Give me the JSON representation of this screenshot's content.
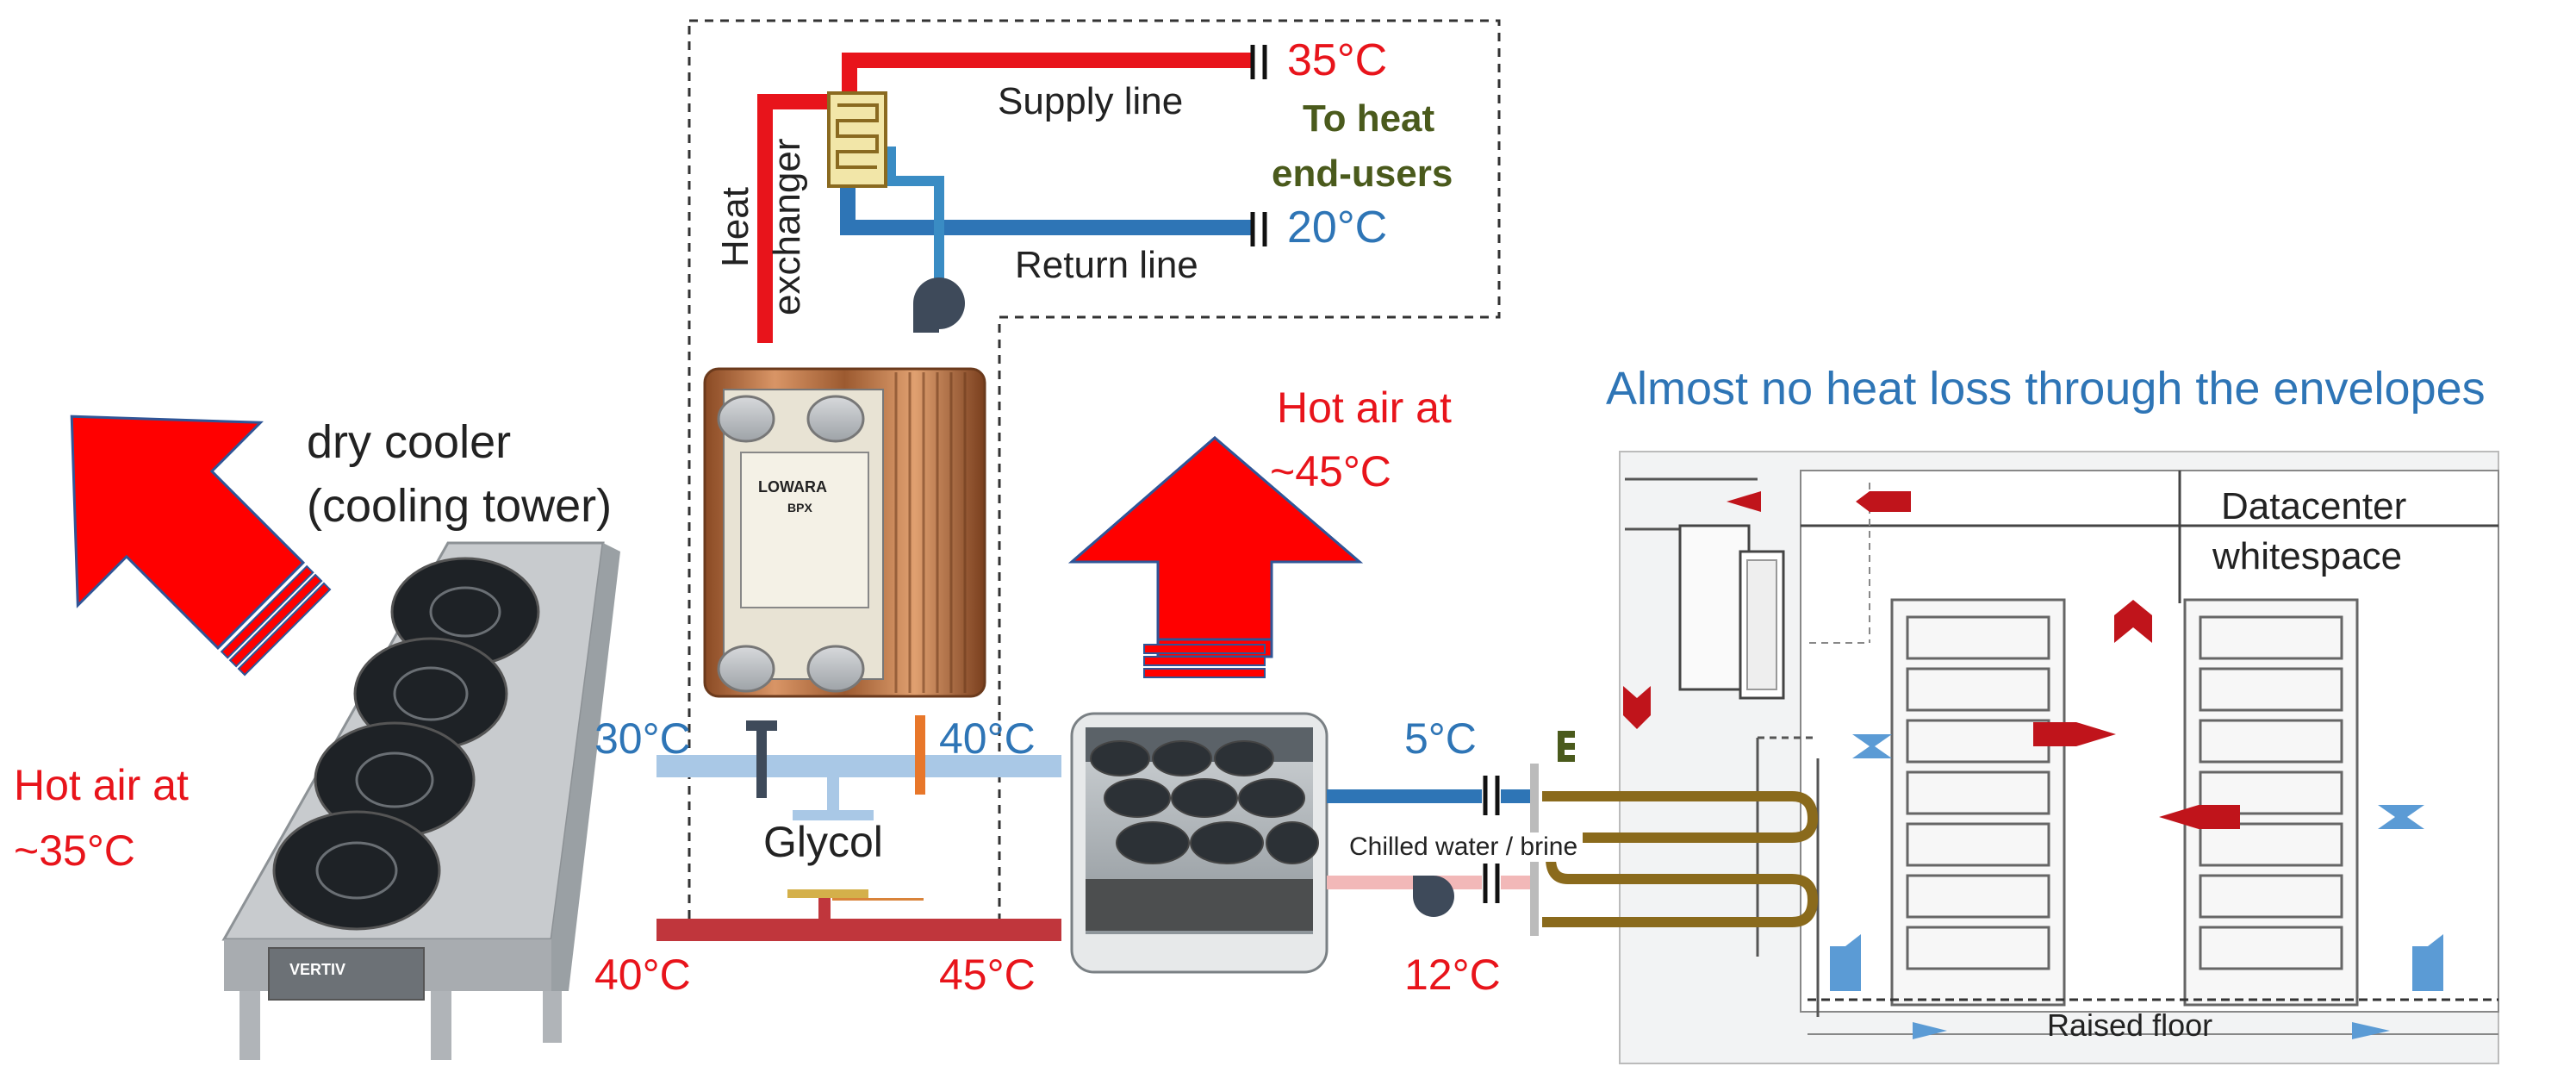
{
  "labels": {
    "supply_temp": "35°C",
    "supply_line": "Supply line",
    "to_heat": "To heat",
    "end_users": "end-users",
    "return_temp": "20°C",
    "return_line": "Return line",
    "heat": "Heat",
    "exchanger": "exchanger",
    "hot_air_45_a": "Hot air at",
    "hot_air_45_b": "~45°C",
    "envelope_note": "Almost no heat loss through the envelopes",
    "dry_cooler_a": "dry cooler",
    "dry_cooler_b": "(cooling tower)",
    "hot_air_35_a": "Hot air at",
    "hot_air_35_b": "~35°C",
    "glycol_30": "30°C",
    "glycol_40_top": "40°C",
    "glycol": "Glycol",
    "glycol_40_bottom": "40°C",
    "glycol_45": "45°C",
    "chilled_5": "5°C",
    "chilled_12": "12°C",
    "chilled_water": "Chilled water / brine",
    "datacenter_a": "Datacenter",
    "datacenter_b": "whitespace",
    "raised_floor": "Raised floor",
    "plate_brand": "LOWARA",
    "plate_model": "BPX",
    "cooler_brand": "VERTIV"
  },
  "colors": {
    "hot": "#e8141b",
    "cold": "#2e75b6",
    "glycol_cold": "#a9c8e6",
    "glycol_hot": "#c0363c",
    "text_green": "#4a5a1c",
    "copper": "#b06a3a"
  }
}
